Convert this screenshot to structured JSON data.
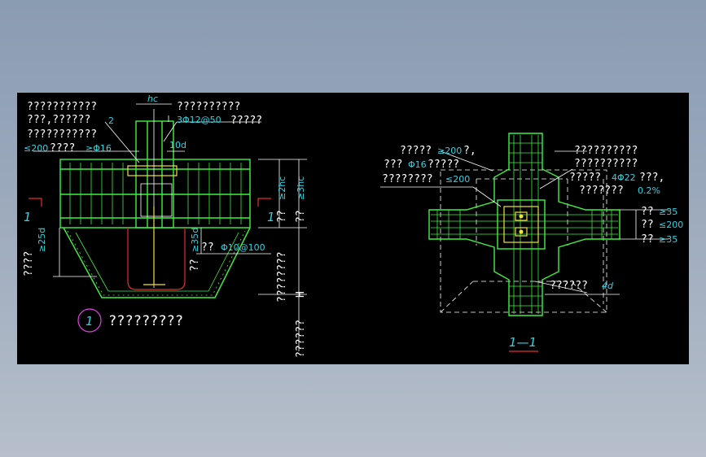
{
  "left_view": {
    "notes_top": [
      "???????????",
      "???,??????",
      "???????????"
    ],
    "note_spacing_prefix": "≤200",
    "note_spacing_text": "????",
    "note_bar_spec": "≥Φ16",
    "callout_2": "2",
    "dim_hc": "hc",
    "note_right_top": "??????????",
    "stirrup_spec": "3Φ12@50",
    "stirrup_note": "?????",
    "dim_10d": "10d",
    "section_mark": "1",
    "dim_2hc_prefix": "??",
    "dim_2hc": "≥2hc",
    "dim_3hc_prefix": "??",
    "dim_3hc": "≥3hc",
    "dim_25d_label": "????",
    "dim_25d": "≥25d",
    "dim_35d": "≥35d",
    "dim_35d_prefix": "??",
    "tie_label": "??",
    "tie_spec": "Φ10@100",
    "h_dim": "????????",
    "h_label": "H",
    "h_dim_bottom": "??????",
    "title_num": "1",
    "title_text": "?????????"
  },
  "right_view": {
    "notes_left_1": "?????",
    "notes_left_1_spec": "≥200",
    "notes_left_1_tail": "?,",
    "notes_left_2": "???",
    "notes_left_2_spec": "Φ16",
    "notes_left_2_tail": "?????",
    "notes_left_3": "????????",
    "notes_left_3_spec": "≤200",
    "notes_right_1": "??????????",
    "notes_right_2": "??????????",
    "notes_right_3": "?????",
    "notes_right_3_spec": "4Φ22",
    "notes_right_3_tail": "???,",
    "notes_right_4": "???????",
    "notes_right_4_spec": "0.2%",
    "dim_r1_prefix": "??",
    "dim_r1": "≥35",
    "dim_r2_prefix": "??",
    "dim_r2": "≤200",
    "dim_r3_prefix": "??",
    "dim_r3": "≥35",
    "note_bottom": "??????",
    "dim_4d": "4d",
    "section_title": "1—1"
  }
}
